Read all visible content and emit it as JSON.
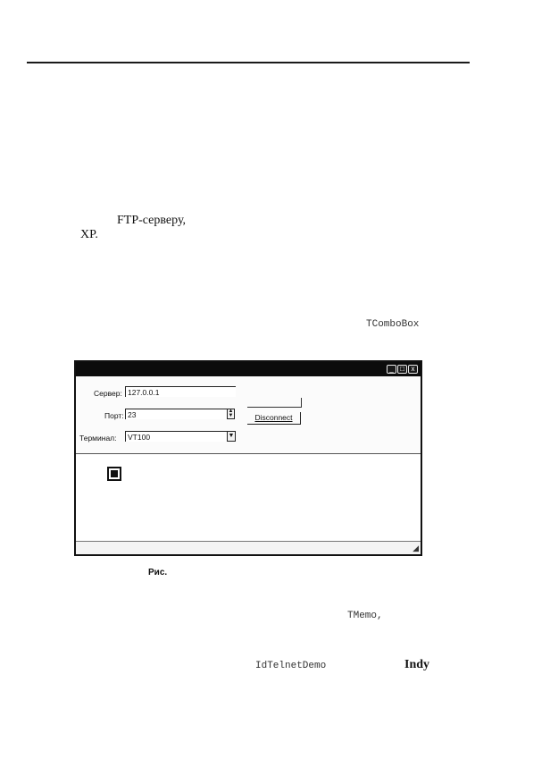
{
  "text": {
    "ftp_server": "FTP-серверу,",
    "xp": "XP.",
    "tcombobox": "TComboBox",
    "tmemo": "TMemo,",
    "idtelnetdemo": "IdTelnetDemo",
    "indy": "Indy",
    "figure_caption": "Рис."
  },
  "window": {
    "server_label": "Сервер:",
    "server_value": "127.0.0.1",
    "port_label": "Порт:",
    "port_value": "23",
    "terminal_label": "Терминал:",
    "terminal_value": "VT100",
    "disconnect_label": "Disconnect",
    "title_buttons": [
      "_",
      "□",
      "x"
    ]
  }
}
